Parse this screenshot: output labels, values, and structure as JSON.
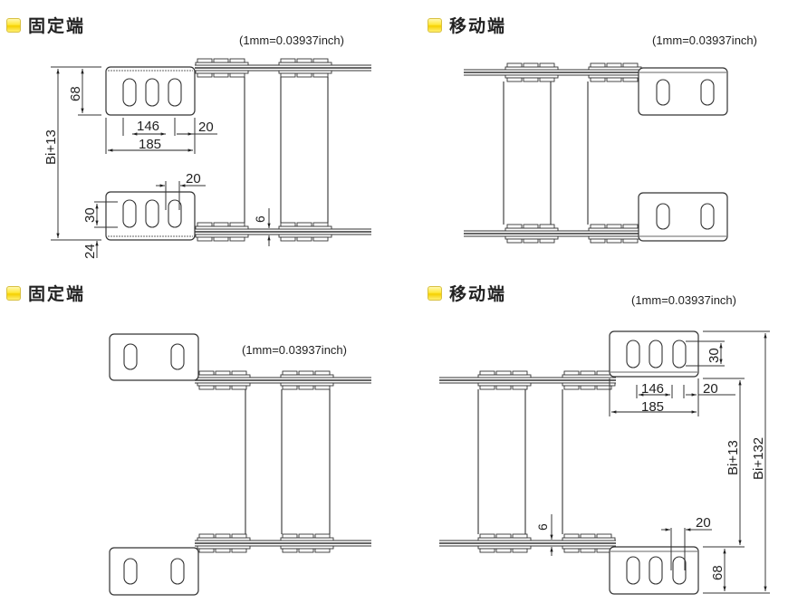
{
  "sections": [
    {
      "id": "fixed-end-top",
      "title": "固定端",
      "unit_note": "(1mm=0.03937inch)"
    },
    {
      "id": "moving-end-top",
      "title": "移动端",
      "unit_note": "(1mm=0.03937inch)"
    },
    {
      "id": "fixed-end-bottom",
      "title": "固定端",
      "unit_note": "(1mm=0.03937inch)"
    },
    {
      "id": "moving-end-bottom",
      "title": "移动端",
      "unit_note": "(1mm=0.03937inch)"
    }
  ],
  "icons": {
    "section_bullet": "yellow-square-bullet-icon"
  },
  "dimensions": {
    "fixed_top": {
      "bracket_height": "68",
      "hole_span": "146",
      "edge_offset": "20",
      "bracket_width": "185",
      "total_height": "Bi+13",
      "slot_width": "20",
      "slot_height": "30",
      "bottom_offset": "24",
      "link_thickness": "6"
    },
    "moving_bottom": {
      "slot_height": "30",
      "hole_span": "146",
      "edge_offset": "20",
      "bracket_width": "185",
      "inner_height": "Bi+13",
      "total_height": "Bi+132",
      "link_thickness": "6",
      "slot_width": "20",
      "bracket_height": "68"
    }
  }
}
